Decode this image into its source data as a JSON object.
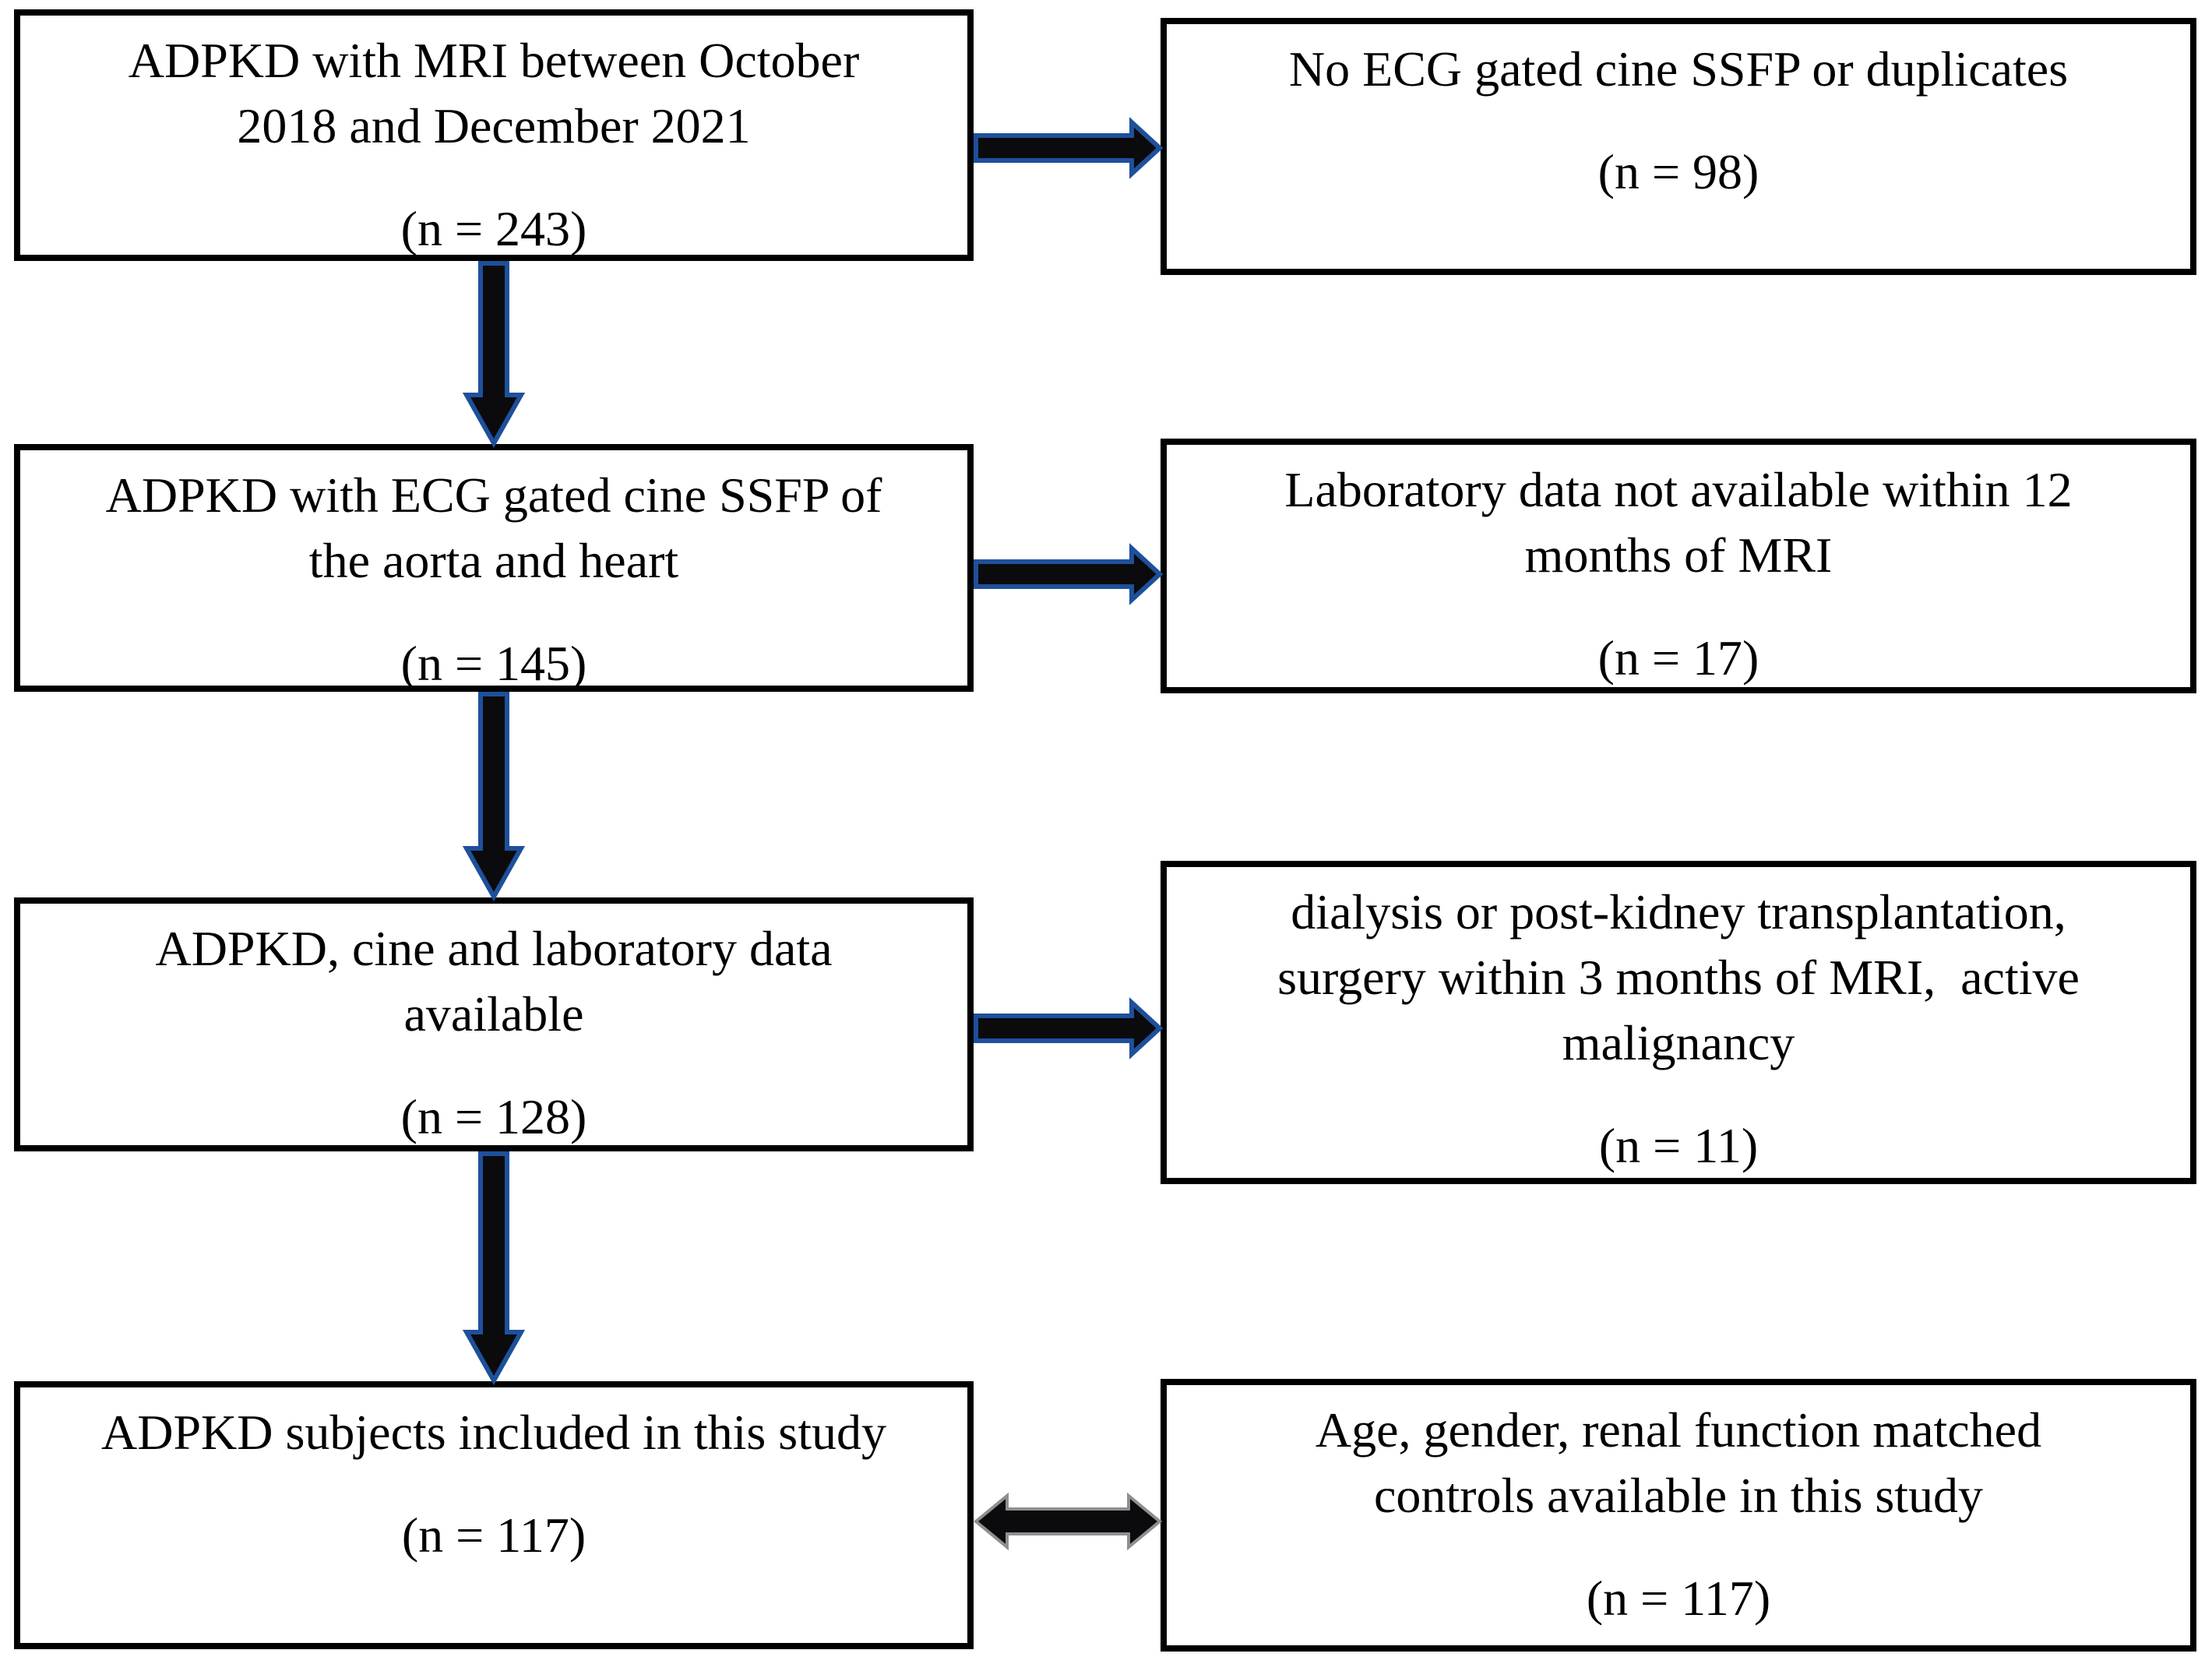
{
  "figure": {
    "type": "study-flow-diagram",
    "colors": {
      "background": "#ffffff",
      "box_fill": "#ffffff",
      "box_border": "#000000",
      "text": "#000000",
      "arrow_fill": "#0b0b0d",
      "arrow_outline_blue": "#1e509b",
      "double_arrow_outline": "#8f8f8f"
    },
    "left_column": [
      {
        "lines": [
          "ADPKD with MRI between October",
          "2018 and December 2021"
        ],
        "n": "(n = 243)"
      },
      {
        "lines": [
          "ADPKD with ECG gated cine SSFP of",
          "the aorta and heart"
        ],
        "n": "(n = 145)"
      },
      {
        "lines": [
          "ADPKD, cine and laboratory data",
          "available"
        ],
        "n": "(n = 128)"
      },
      {
        "lines": [
          "ADPKD subjects included in this study"
        ],
        "n": "(n = 117)"
      }
    ],
    "right_column": [
      {
        "lines": [
          "No ECG gated cine SSFP or duplicates"
        ],
        "n": "(n = 98)"
      },
      {
        "lines": [
          "Laboratory data not available within 12",
          "months of MRI"
        ],
        "n": "(n = 17)"
      },
      {
        "lines": [
          "dialysis or post-kidney transplantation,",
          "surgery within 3 months of MRI,  active",
          "malignancy"
        ],
        "n": "(n = 11)"
      },
      {
        "lines": [
          "Age, gender, renal function matched",
          "controls available in this study"
        ],
        "n": "(n = 117)"
      }
    ],
    "connections": [
      {
        "from": "left-1",
        "to": "right-1",
        "type": "arrow-right"
      },
      {
        "from": "left-1",
        "to": "left-2",
        "type": "arrow-down"
      },
      {
        "from": "left-2",
        "to": "right-2",
        "type": "arrow-right"
      },
      {
        "from": "left-2",
        "to": "left-3",
        "type": "arrow-down"
      },
      {
        "from": "left-3",
        "to": "right-3",
        "type": "arrow-right"
      },
      {
        "from": "left-3",
        "to": "left-4",
        "type": "arrow-down"
      },
      {
        "from": "left-4",
        "to": "right-4",
        "type": "arrow-double"
      }
    ]
  }
}
